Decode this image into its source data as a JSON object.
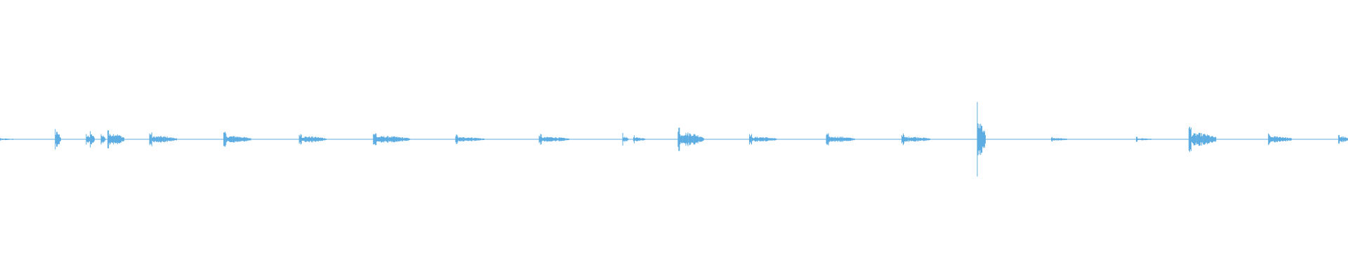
{
  "waveform": {
    "color": "#5dade2",
    "amplitude_scale": 1,
    "bursts": [
      {
        "t": 0.0,
        "dur": 0.012,
        "level": 0.04
      },
      {
        "t": 0.041,
        "dur": 0.004,
        "level": 0.4
      },
      {
        "t": 0.064,
        "dur": 0.003,
        "level": 0.2
      },
      {
        "t": 0.067,
        "dur": 0.003,
        "level": 0.28
      },
      {
        "t": 0.075,
        "dur": 0.003,
        "level": 0.24
      },
      {
        "t": 0.08,
        "dur": 0.012,
        "level": 0.32
      },
      {
        "t": 0.111,
        "dur": 0.02,
        "level": 0.17
      },
      {
        "t": 0.166,
        "dur": 0.02,
        "level": 0.18
      },
      {
        "t": 0.222,
        "dur": 0.02,
        "level": 0.16
      },
      {
        "t": 0.277,
        "dur": 0.027,
        "level": 0.17
      },
      {
        "t": 0.338,
        "dur": 0.021,
        "level": 0.12
      },
      {
        "t": 0.4,
        "dur": 0.022,
        "level": 0.13
      },
      {
        "t": 0.462,
        "dur": 0.004,
        "level": 0.16
      },
      {
        "t": 0.47,
        "dur": 0.009,
        "level": 0.1
      },
      {
        "t": 0.503,
        "dur": 0.019,
        "level": 0.36
      },
      {
        "t": 0.556,
        "dur": 0.02,
        "level": 0.13
      },
      {
        "t": 0.613,
        "dur": 0.021,
        "level": 0.15
      },
      {
        "t": 0.669,
        "dur": 0.021,
        "level": 0.14
      },
      {
        "t": 0.725,
        "dur": 0.006,
        "level": 1.0
      },
      {
        "t": 0.78,
        "dur": 0.012,
        "level": 0.07
      },
      {
        "t": 0.843,
        "dur": 0.012,
        "level": 0.06
      },
      {
        "t": 0.882,
        "dur": 0.02,
        "level": 0.33
      },
      {
        "t": 0.941,
        "dur": 0.017,
        "level": 0.16
      },
      {
        "t": 0.993,
        "dur": 0.007,
        "level": 0.16
      }
    ]
  }
}
